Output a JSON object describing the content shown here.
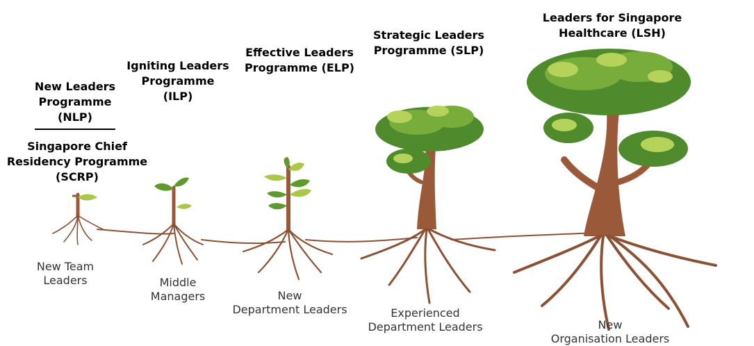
{
  "stages": [
    {
      "title": "New Leaders\nProgramme\n(NLP)",
      "title2": "Singapore Chief\nResidency Programme\n(SCRP)",
      "caption": "New Team\nLeaders"
    },
    {
      "title": "Igniting Leaders\nProgramme\n(ILP)",
      "caption": "Middle\nManagers"
    },
    {
      "title": "Effective Leaders\nProgramme (ELP)",
      "caption": "New\nDepartment Leaders"
    },
    {
      "title": "Strategic Leaders\nProgramme (SLP)",
      "caption": "Experienced\nDepartment Leaders"
    },
    {
      "title": "Leaders for Singapore\nHealthcare (LSH)",
      "caption": "New\nOrganisation Leaders"
    }
  ],
  "colors": {
    "trunk": "#9a5a3a",
    "root": "#8a5134",
    "leaf_dark": "#5f9a2e",
    "leaf_light": "#a9c84a",
    "canopy_dark": "#4f8a2c",
    "canopy_mid": "#78ad3c",
    "canopy_light": "#b5d35a"
  }
}
